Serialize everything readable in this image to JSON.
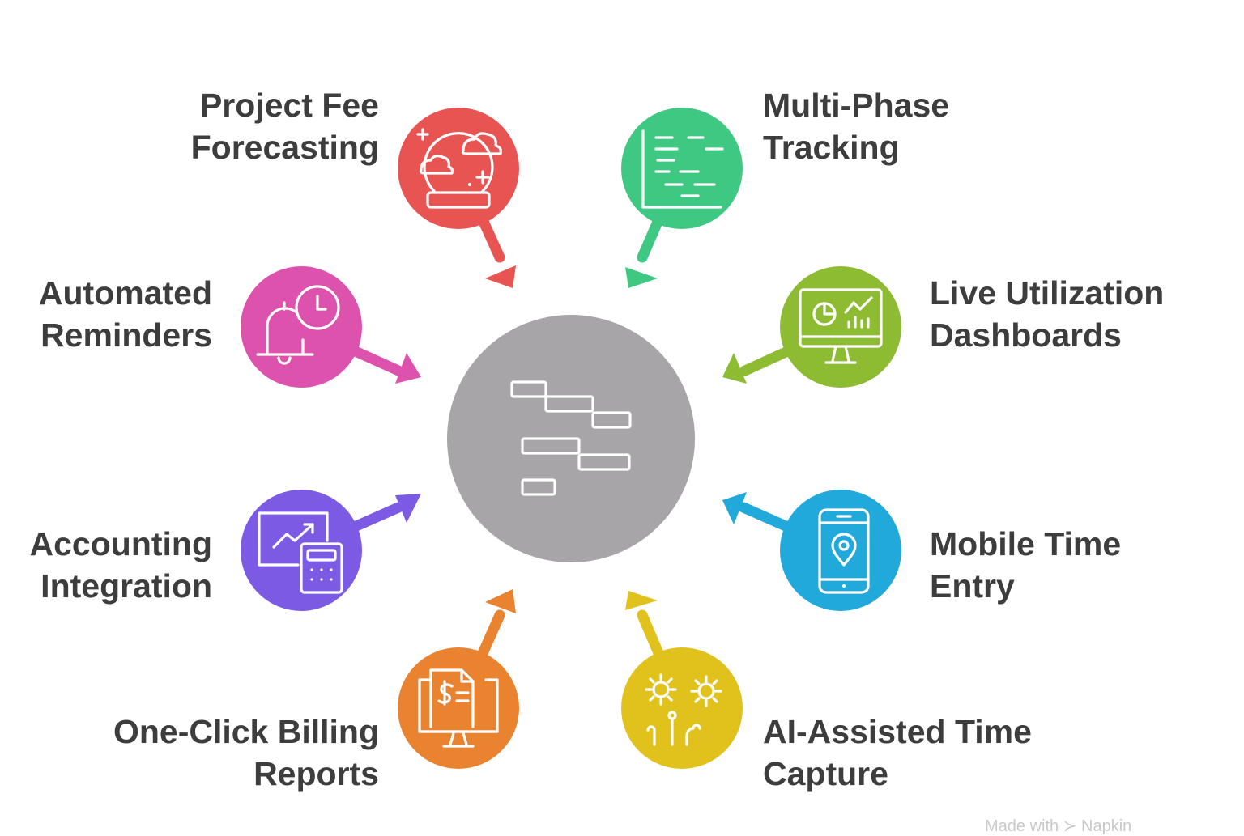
{
  "center": {
    "icon": "gantt-chart-icon",
    "color": "#a7a5a7"
  },
  "items": [
    {
      "id": "project-fee-forecasting",
      "lines": [
        "Project Fee",
        "Forecasting"
      ],
      "color": "#e85451",
      "icon": "crystal-ball-icon"
    },
    {
      "id": "multi-phase-tracking",
      "lines": [
        "Multi-Phase",
        "Tracking"
      ],
      "color": "#3ec882",
      "icon": "gantt-list-icon"
    },
    {
      "id": "live-utilization-dashboards",
      "lines": [
        "Live Utilization",
        "Dashboards"
      ],
      "color": "#8dbb31",
      "icon": "monitor-dashboard-icon"
    },
    {
      "id": "mobile-time-entry",
      "lines": [
        "Mobile Time",
        "Entry"
      ],
      "color": "#22a9db",
      "icon": "mobile-location-icon"
    },
    {
      "id": "ai-assisted-time-capture",
      "lines": [
        "AI-Assisted Time",
        "Capture"
      ],
      "color": "#e1c21d",
      "icon": "gears-circuit-icon"
    },
    {
      "id": "one-click-billing-reports",
      "lines": [
        "One-Click Billing",
        "Reports"
      ],
      "color": "#e98330",
      "icon": "invoice-monitor-icon"
    },
    {
      "id": "accounting-integration",
      "lines": [
        "Accounting",
        "Integration"
      ],
      "color": "#7c5ae3",
      "icon": "chart-calculator-icon"
    },
    {
      "id": "automated-reminders",
      "lines": [
        "Automated",
        "Reminders"
      ],
      "color": "#dd52ad",
      "icon": "bell-clock-icon"
    }
  ],
  "watermark": "Made with ≻ Napkin"
}
